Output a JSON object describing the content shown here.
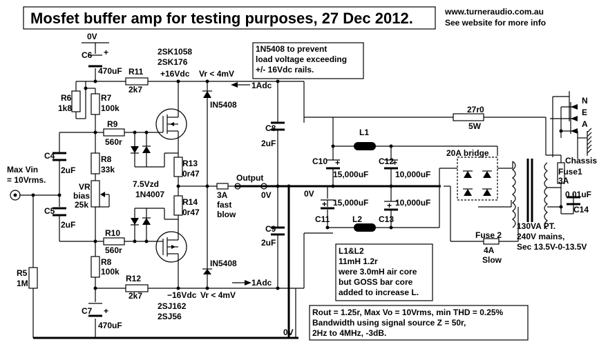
{
  "title": "Mosfet buffer amp for testing purposes, 27 Dec 2012.",
  "website": "www.turneraudio.com.au",
  "website_note": "See website for more info",
  "notes": {
    "diode_line1": "1N5408 to prevent",
    "diode_line2": "load voltage exceeding",
    "diode_line3": "+/- 16Vdc rails.",
    "inductor_line1": "L1&L2",
    "inductor_line2": "11mH 1.2r",
    "inductor_line3": "were 3.0mH air core",
    "inductor_line4": "but GOSS bar core",
    "inductor_line5": "added to increase L.",
    "spec_line1": "Rout = 1.25r, Max Vo = 10Vrms, min THD = 0.25%",
    "spec_line2": "Bandwidth using signal  source Z = 50r,",
    "spec_line3": "2Hz to 4MHz, -3dB."
  },
  "labels": {
    "zero_v_top": "0V",
    "c6_name": "C6",
    "c6_value": "470uF",
    "r11_name": "R11",
    "r11_value": "2k7",
    "q_top_1": "2SK1058",
    "q_top_2": "2SK176",
    "pos_rail": "+16Vdc",
    "vr_top": "Vr < 4mV",
    "r6_name": "R6",
    "r6_value": "1k8",
    "r7_name": "R7",
    "r7_value": "100k",
    "i_top": "1Adc",
    "d_top": "IN5408",
    "c8_name": "C8",
    "c8_value": "2uF",
    "l1_name": "L1",
    "r_27_value": "27r0",
    "r_27_power": "5W",
    "mains_n": "N",
    "mains_e": "E",
    "mains_a": "A",
    "chassis": "Chassis",
    "r9_name": "R9",
    "r9_value": "560r",
    "c4_name": "C4",
    "c4_value": "2uF",
    "r8a_name": "R8",
    "r8a_value": "33k",
    "r13_name": "R13",
    "r13_value": "0r47",
    "c10_name": "C10",
    "c10_value": "15,000uF",
    "c12_name": "C12",
    "c12_value": "10,000uF",
    "bridge": "20A bridge",
    "fuse1_name": "Fuse1",
    "fuse1_value": "3A",
    "max_vin_1": "Max Vin",
    "max_vin_2": "= 10Vrms.",
    "vr_name": "VR",
    "vr_role": "bias",
    "vr_value": "25k",
    "zener_1": "7.5Vzd",
    "zener_2": "1N4007",
    "output": "Output",
    "fuse_out_1": "3A",
    "fuse_out_2": "fast",
    "fuse_out_3": "blow",
    "out_0v": "0V",
    "mid_0v": "0V",
    "c11_name": "C11",
    "c11_value": "15,000uF",
    "c13_name": "C13",
    "c13_value": "10,000uF",
    "c14_value": "0.01uF",
    "c14_name": "C14",
    "c5_name": "C5",
    "c5_value": "2uF",
    "r14_name": "R14",
    "r14_value": "0r47",
    "l2_name": "L2",
    "c9_name": "C9",
    "c9_value": "2uF",
    "r10_name": "R10",
    "r10_value": "560r",
    "fuse2_name": "Fuse 2",
    "fuse2_value": "4A",
    "fuse2_type": "Slow",
    "pt_1": "130VA PT.",
    "pt_2": "240V mains,",
    "pt_3": "Sec 13.5V-0-13.5V",
    "r5_name": "R5",
    "r5_value": "1M",
    "r8b_name": "R8",
    "r8b_value": "100k",
    "d_bot": "IN5408",
    "r12_name": "R12",
    "r12_value": "2k7",
    "neg_rail": "−16Vdc",
    "vr_bot": "Vr < 4mV",
    "i_bot": "1Adc",
    "q_bot_1": "2SJ162",
    "q_bot_2": "2SJ56",
    "c7_name": "C7",
    "c7_value": "470uF",
    "zero_v_bottom": "0V"
  }
}
